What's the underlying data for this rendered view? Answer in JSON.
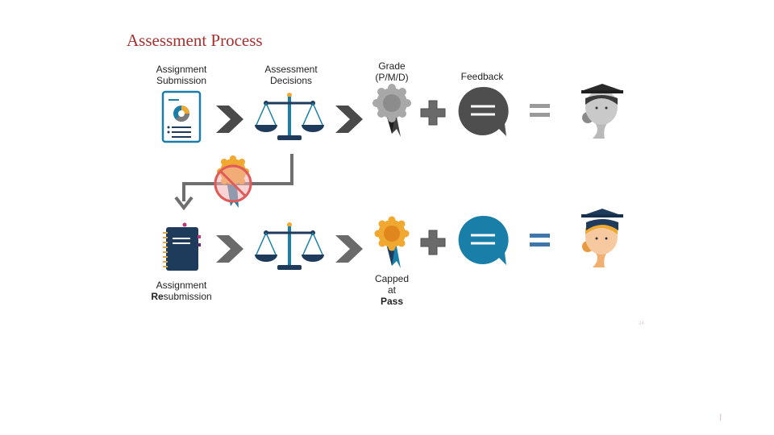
{
  "title": "Assessment Process",
  "labels": {
    "assignment_submission": [
      "Assignment",
      "Submission"
    ],
    "assessment_decisions": [
      "Assessment",
      "Decisions"
    ],
    "grade": [
      "Grade",
      "(P/M/D)"
    ],
    "feedback": "Feedback",
    "resubmission_line1": "Assignment",
    "resubmission_bold": "Re",
    "resubmission_rest": "submission",
    "capped": [
      "Capped",
      "at"
    ],
    "capped_bold": "Pass"
  },
  "slide_number": "|",
  "tiny_number": "24",
  "colors": {
    "title": "#a3312f",
    "teal": "#1a7fa8",
    "navy": "#1f3b5c",
    "grey": "#7a7a7a",
    "gold": "#f0a830",
    "red": "#e05a5a"
  }
}
